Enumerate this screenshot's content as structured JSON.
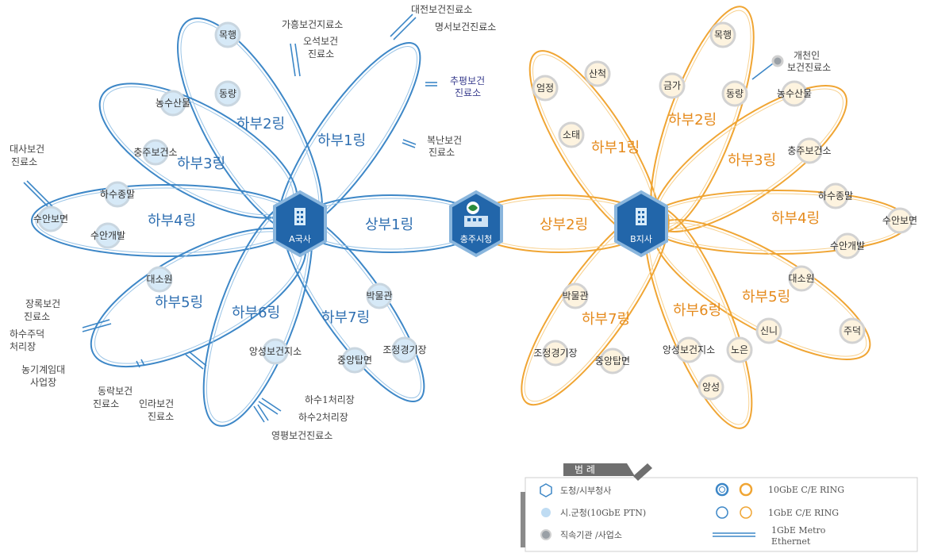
{
  "hubs": {
    "a_office": "A국사",
    "center": "충주시청",
    "b_office": "B지사"
  },
  "rings": {
    "upper1": "상부1링",
    "upper2": "상부2링",
    "a_lower1": "하부1링",
    "a_lower2": "하부2링",
    "a_lower3": "하부3링",
    "a_lower4": "하부4링",
    "a_lower5": "하부5링",
    "a_lower6": "하부6링",
    "a_lower7": "하부7링",
    "b_lower1": "하부1링",
    "b_lower2": "하부2링",
    "b_lower3": "하부3링",
    "b_lower4": "하부4링",
    "b_lower5": "하부5링",
    "b_lower6": "하부6링",
    "b_lower7": "하부7링"
  },
  "a_nodes": {
    "mokhaeng": "목행",
    "dongnyang": "동량",
    "nongsusanmul": "농수산물",
    "chungju_health": "충주보건소",
    "hasu_jongmal": "하수종말",
    "suanbo": "수안보면",
    "suan_gaebal": "수안개발",
    "daesowon": "대소원",
    "angseong_branch": "앙성보건지소",
    "jungang_tap": "중앙탑면",
    "joseong": "조정경기장",
    "museum": "박물관"
  },
  "b_nodes": {
    "mokhaeng": "목행",
    "dongnyang": "동량",
    "geumga": "금가",
    "sanchuk": "산척",
    "eomjeong": "엄정",
    "sotae": "소태",
    "nongsusanmul": "농수산물",
    "chungju_health": "충주보건소",
    "hasu_jongmal": "하수종말",
    "suanbo": "수안보면",
    "suan_gaebal": "수안개발",
    "daesowon": "대소원",
    "juduk": "주덕",
    "sinni": "신니",
    "noeun": "노은",
    "angseong": "앙성",
    "angseong_branch": "앙성보건지소",
    "jungang_tap": "중앙탑면",
    "joseong": "조정경기장",
    "museum": "박물관",
    "gaecheon_line1": "개천인",
    "gaecheon_line2": "보건진료소"
  },
  "side_labels": {
    "gaheung": "가흥보건지료소",
    "oseok_1": "오석보건",
    "oseok_2": "진료소",
    "daejeon": "대전보건진료소",
    "myeongseo": "명서보건진료소",
    "chupyeong_1": "추평보건",
    "chupyeong_2": "진료소",
    "bungnam_1": "복난보건",
    "bungnam_2": "진료소",
    "daesa_1": "대사보건",
    "daesa_2": "진료소",
    "jangnok_1": "장록보건",
    "jangnok_2": "진료소",
    "hasu_jutuk_1": "하수주덕",
    "hasu_jutuk_2": "처리장",
    "nonggi_1": "농기계임대",
    "nonggi_2": "사업장",
    "dongnak_1": "동락보건",
    "dongnak_2": "진료소",
    "inran_1": "인라보건",
    "inran_2": "진료소",
    "hasu1": "하수1처리장",
    "hasu2": "하수2처리장",
    "youngpyeong": "영평보건진료소"
  },
  "legend": {
    "title": "범 례",
    "hub": "도청/시부청사",
    "city": "시.군청(10GbE PTN)",
    "affiliate": "직속기관 /사업소",
    "ring10": "10GbE C/E RING",
    "ring1": "1GbE C/E RING",
    "metro_line1": "1GbE  Metro",
    "metro_line2": "Ethernet"
  },
  "colors": {
    "blue": "#3d87c7",
    "orange": "#f0a533",
    "hub_blue": "#2266aa"
  },
  "icons": [
    "building-icon",
    "city-hall-icon",
    "pencil-icon"
  ]
}
